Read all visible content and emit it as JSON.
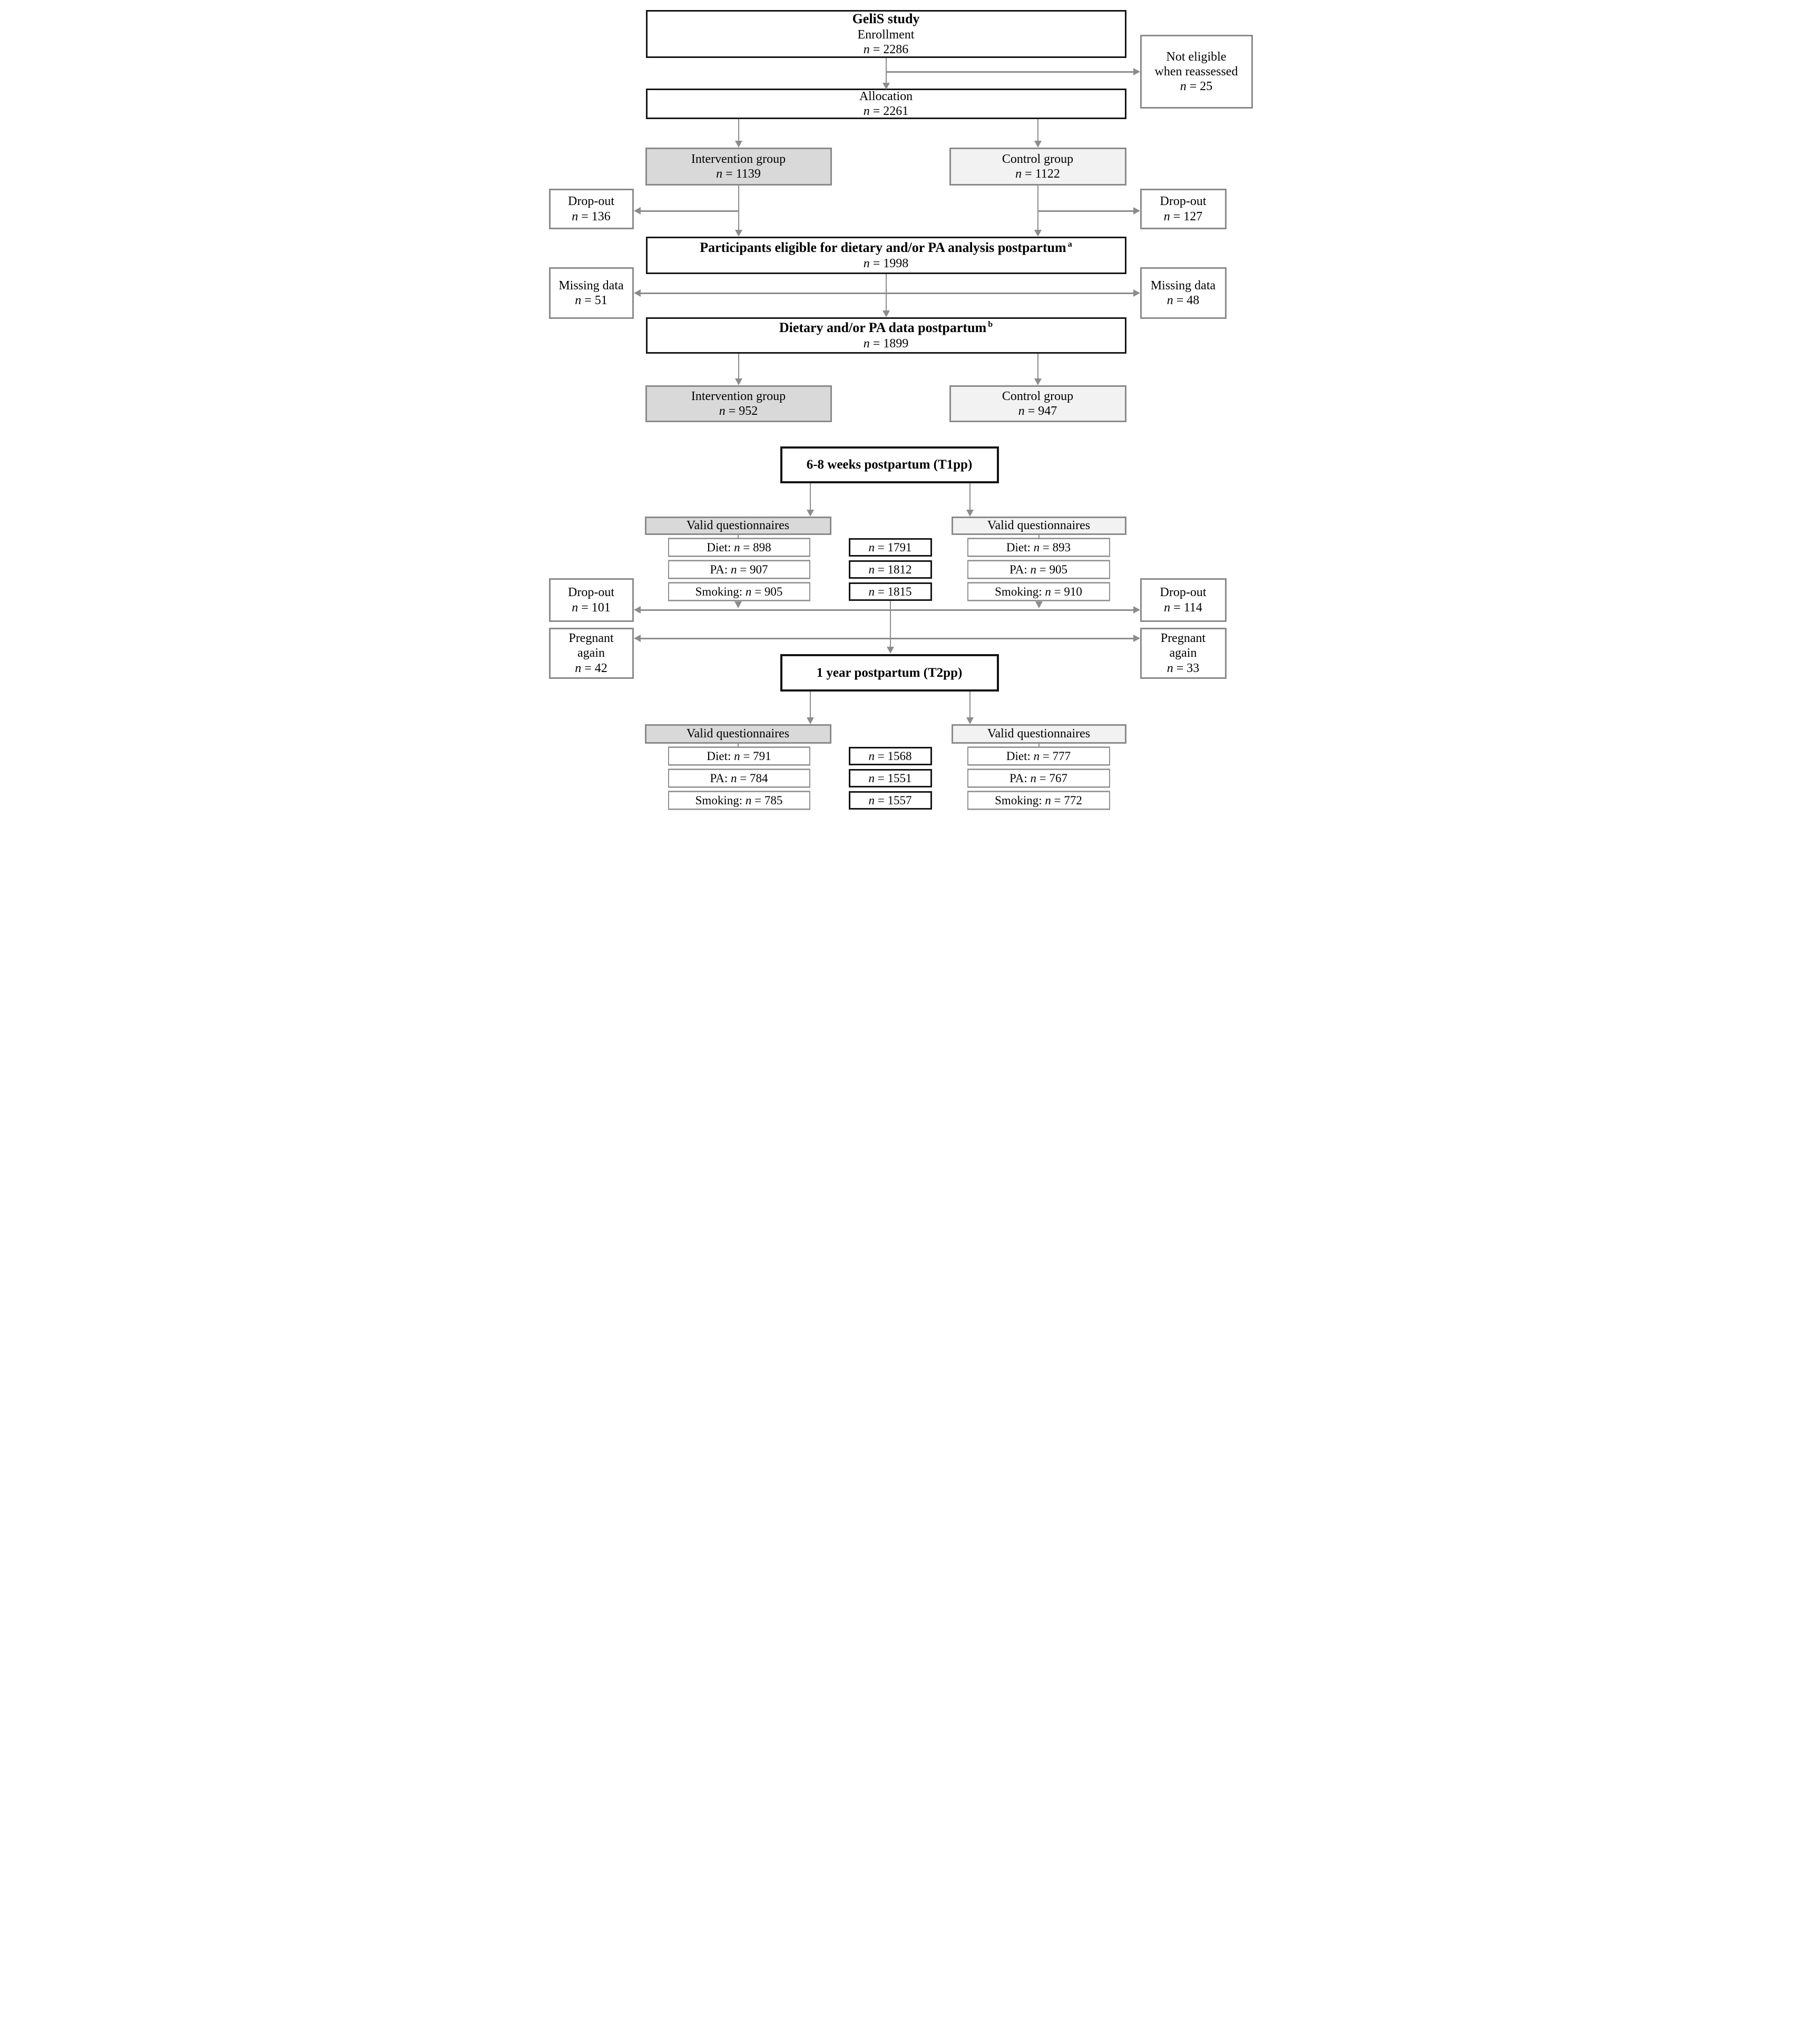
{
  "colors": {
    "intervention_fill": "#d9d9d9",
    "control_fill": "#f2f2f2",
    "arrow_gray": "#8c8c8c",
    "main_border": "#141414",
    "side_border": "#8a8a8a"
  },
  "top": {
    "enrollment": {
      "title": "GeliS study",
      "stage": "Enrollment",
      "n": "n",
      "eq": "= 2286"
    },
    "not_eligible": {
      "text": "Not eligible when reassessed",
      "n": "n",
      "eq": "= 25"
    },
    "allocation": {
      "stage": "Allocation",
      "n": "n",
      "eq": "= 2261"
    },
    "intervention1": {
      "label": "Intervention group",
      "n": "n",
      "eq": "= 1139"
    },
    "control1": {
      "label": "Control group",
      "n": "n",
      "eq": "= 1122"
    },
    "dropout_left1": {
      "label": "Drop-out",
      "n": "n",
      "eq": "= 136"
    },
    "dropout_right1": {
      "label": "Drop-out",
      "n": "n",
      "eq": "= 127"
    },
    "participants": {
      "title": "Participants eligible for dietary and/or PA analysis postpartum",
      "sup": "a",
      "n": "n",
      "eq": "= 1998"
    },
    "missing_left": {
      "label": "Missing data",
      "n": "n",
      "eq": "= 51"
    },
    "missing_right": {
      "label": "Missing data",
      "n": "n",
      "eq": "= 48"
    },
    "dietary": {
      "title": "Dietary and/or PA data postpartum",
      "sup": "b",
      "n": "n",
      "eq": "= 1899"
    },
    "intervention2": {
      "label": "Intervention group",
      "n": "n",
      "eq": "= 952"
    },
    "control2": {
      "label": "Control group",
      "n": "n",
      "eq": "= 947"
    }
  },
  "t1pp": {
    "title": "6-8 weeks postpartum (T1pp)",
    "left_header": "Valid questionnaires",
    "right_header": "Valid questionnaires",
    "left_rows": [
      {
        "label": "Diet:",
        "n": "n",
        "eq": "= 898"
      },
      {
        "label": "PA:",
        "n": "n",
        "eq": "= 907"
      },
      {
        "label": "Smoking:",
        "n": "n",
        "eq": "= 905"
      }
    ],
    "mid_rows": [
      {
        "n": "n",
        "eq": "= 1791"
      },
      {
        "n": "n",
        "eq": "= 1812"
      },
      {
        "n": "n",
        "eq": "= 1815"
      }
    ],
    "right_rows": [
      {
        "label": "Diet:",
        "n": "n",
        "eq": "= 893"
      },
      {
        "label": "PA:",
        "n": "n",
        "eq": "= 905"
      },
      {
        "label": "Smoking:",
        "n": "n",
        "eq": "= 910"
      }
    ],
    "dropout_left": {
      "label": "Drop-out",
      "n": "n",
      "eq": "= 101"
    },
    "dropout_right": {
      "label": "Drop-out",
      "n": "n",
      "eq": "= 114"
    },
    "pregnant_left": {
      "label": "Pregnant again",
      "n": "n",
      "eq": "= 42"
    },
    "pregnant_right": {
      "label": "Pregnant again",
      "n": "n",
      "eq": "= 33"
    }
  },
  "t2pp": {
    "title": "1 year postpartum (T2pp)",
    "left_header": "Valid questionnaires",
    "right_header": "Valid questionnaires",
    "left_rows": [
      {
        "label": "Diet:",
        "n": "n",
        "eq": "= 791"
      },
      {
        "label": "PA:",
        "n": "n",
        "eq": "= 784"
      },
      {
        "label": "Smoking:",
        "n": "n",
        "eq": "= 785"
      }
    ],
    "mid_rows": [
      {
        "n": "n",
        "eq": "= 1568"
      },
      {
        "n": "n",
        "eq": "= 1551"
      },
      {
        "n": "n",
        "eq": "= 1557"
      }
    ],
    "right_rows": [
      {
        "label": "Diet:",
        "n": "n",
        "eq": "= 777"
      },
      {
        "label": "PA:",
        "n": "n",
        "eq": "= 767"
      },
      {
        "label": "Smoking:",
        "n": "n",
        "eq": "= 772"
      }
    ]
  }
}
